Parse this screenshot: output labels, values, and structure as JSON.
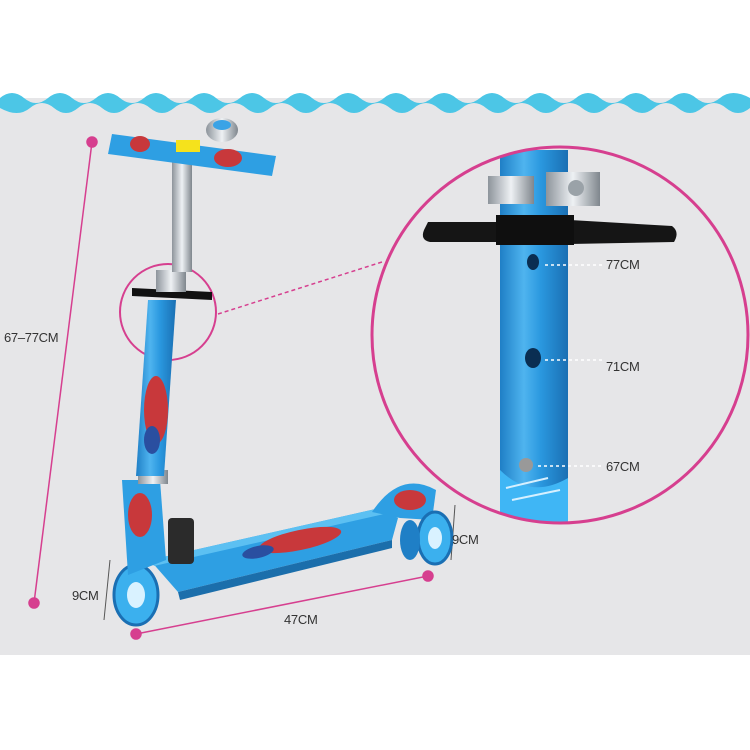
{
  "image": {
    "subject": "Blue kick scooter with adjustable handlebar height",
    "colors": {
      "background": "#e6e6e8",
      "accent": "#d63f8f",
      "wave": "#4cc6e6",
      "scooter": "#2e9fe3"
    }
  },
  "dimensions": {
    "total_height": "67–77CM",
    "front_wheel": "9CM",
    "rear_wheel": "9CM",
    "length": "47CM"
  },
  "height_settings": {
    "high": "77CM",
    "mid": "71CM",
    "low": "67CM"
  }
}
